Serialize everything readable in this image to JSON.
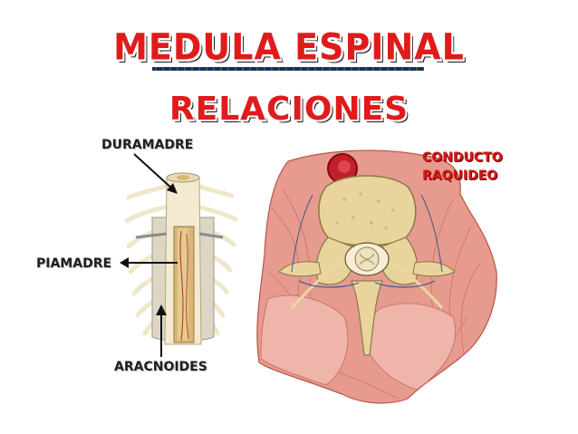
{
  "title": "MEDULA ESPINAL",
  "subtitle": "RELACIONES",
  "labels": {
    "duramadre": "DURAMADRE",
    "piamadre": "PIAMADRE",
    "aracnoides": "ARACNOIDES",
    "conducto_line1": "CONDUCTO",
    "conducto_line2": "RAQUIDEO"
  },
  "colors": {
    "title": "#e01b1b",
    "label": "#1f1f1f",
    "accent_label": "#d11a1a",
    "tissue": "#e79a8e",
    "bone": "#e8d49c"
  }
}
